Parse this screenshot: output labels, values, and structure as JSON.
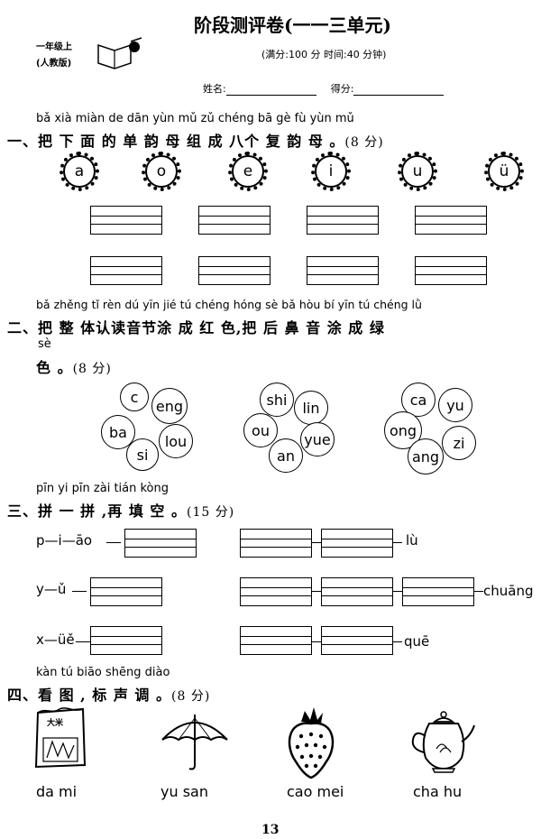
{
  "header": {
    "title": "阶段测评卷(一一三单元)",
    "grade": "一年级上",
    "edition": "(人教版)",
    "info": "(满分:100 分   时间:40 分钟)",
    "name_label": "姓名:",
    "score_label": "得分:"
  },
  "q1": {
    "pinyin": "bǎ xià miàn de dān yùn mǔ zǔ chéng bā gè fù yùn mǔ",
    "heading": "一、把 下 面 的 单 韵 母 组  成  八个 复 韵 母 。",
    "score": "(8 分)",
    "letters": [
      "a",
      "o",
      "e",
      "i",
      "u",
      "ü"
    ]
  },
  "q2": {
    "pinyin": "bǎ zhěng  tǐ  rèn dú yīn jié  tú  chéng hóng sè   bǎ hòu  bí  yīn  tú  chéng  lǜ",
    "heading": "二、把  整  体认读音节涂  成   红  色,把 后 鼻 音 涂  成  绿",
    "pinyin2": "sè",
    "heading2": "色 。",
    "score": "(8 分)",
    "group1": [
      "c",
      "eng",
      "ba",
      "lou",
      "si"
    ],
    "group2": [
      "shi",
      "lin",
      "ou",
      "yue",
      "an"
    ],
    "group3": [
      "ca",
      "yu",
      "ong",
      "zi",
      "ang"
    ]
  },
  "q3": {
    "pinyin": "pīn yi  pīn    zài tián kòng",
    "heading": "三、拼 一 拼 ,再 填  空  。",
    "score": "(15 分)",
    "row1_left": "p—i—āo",
    "row1_right": "lù",
    "row2_left": "y—ǔ",
    "row2_right": "chuāng",
    "row3_left": "x—üě",
    "row3_right": "quē"
  },
  "q4": {
    "pinyin": "kàn tú     biāo shēng diào",
    "heading": "四、看 图 , 标    声    调   。",
    "score": "(8 分)",
    "rice_text": "大米",
    "labels": [
      "da mi",
      "yu san",
      "cao mei",
      "cha hu"
    ]
  },
  "page_number": "13"
}
